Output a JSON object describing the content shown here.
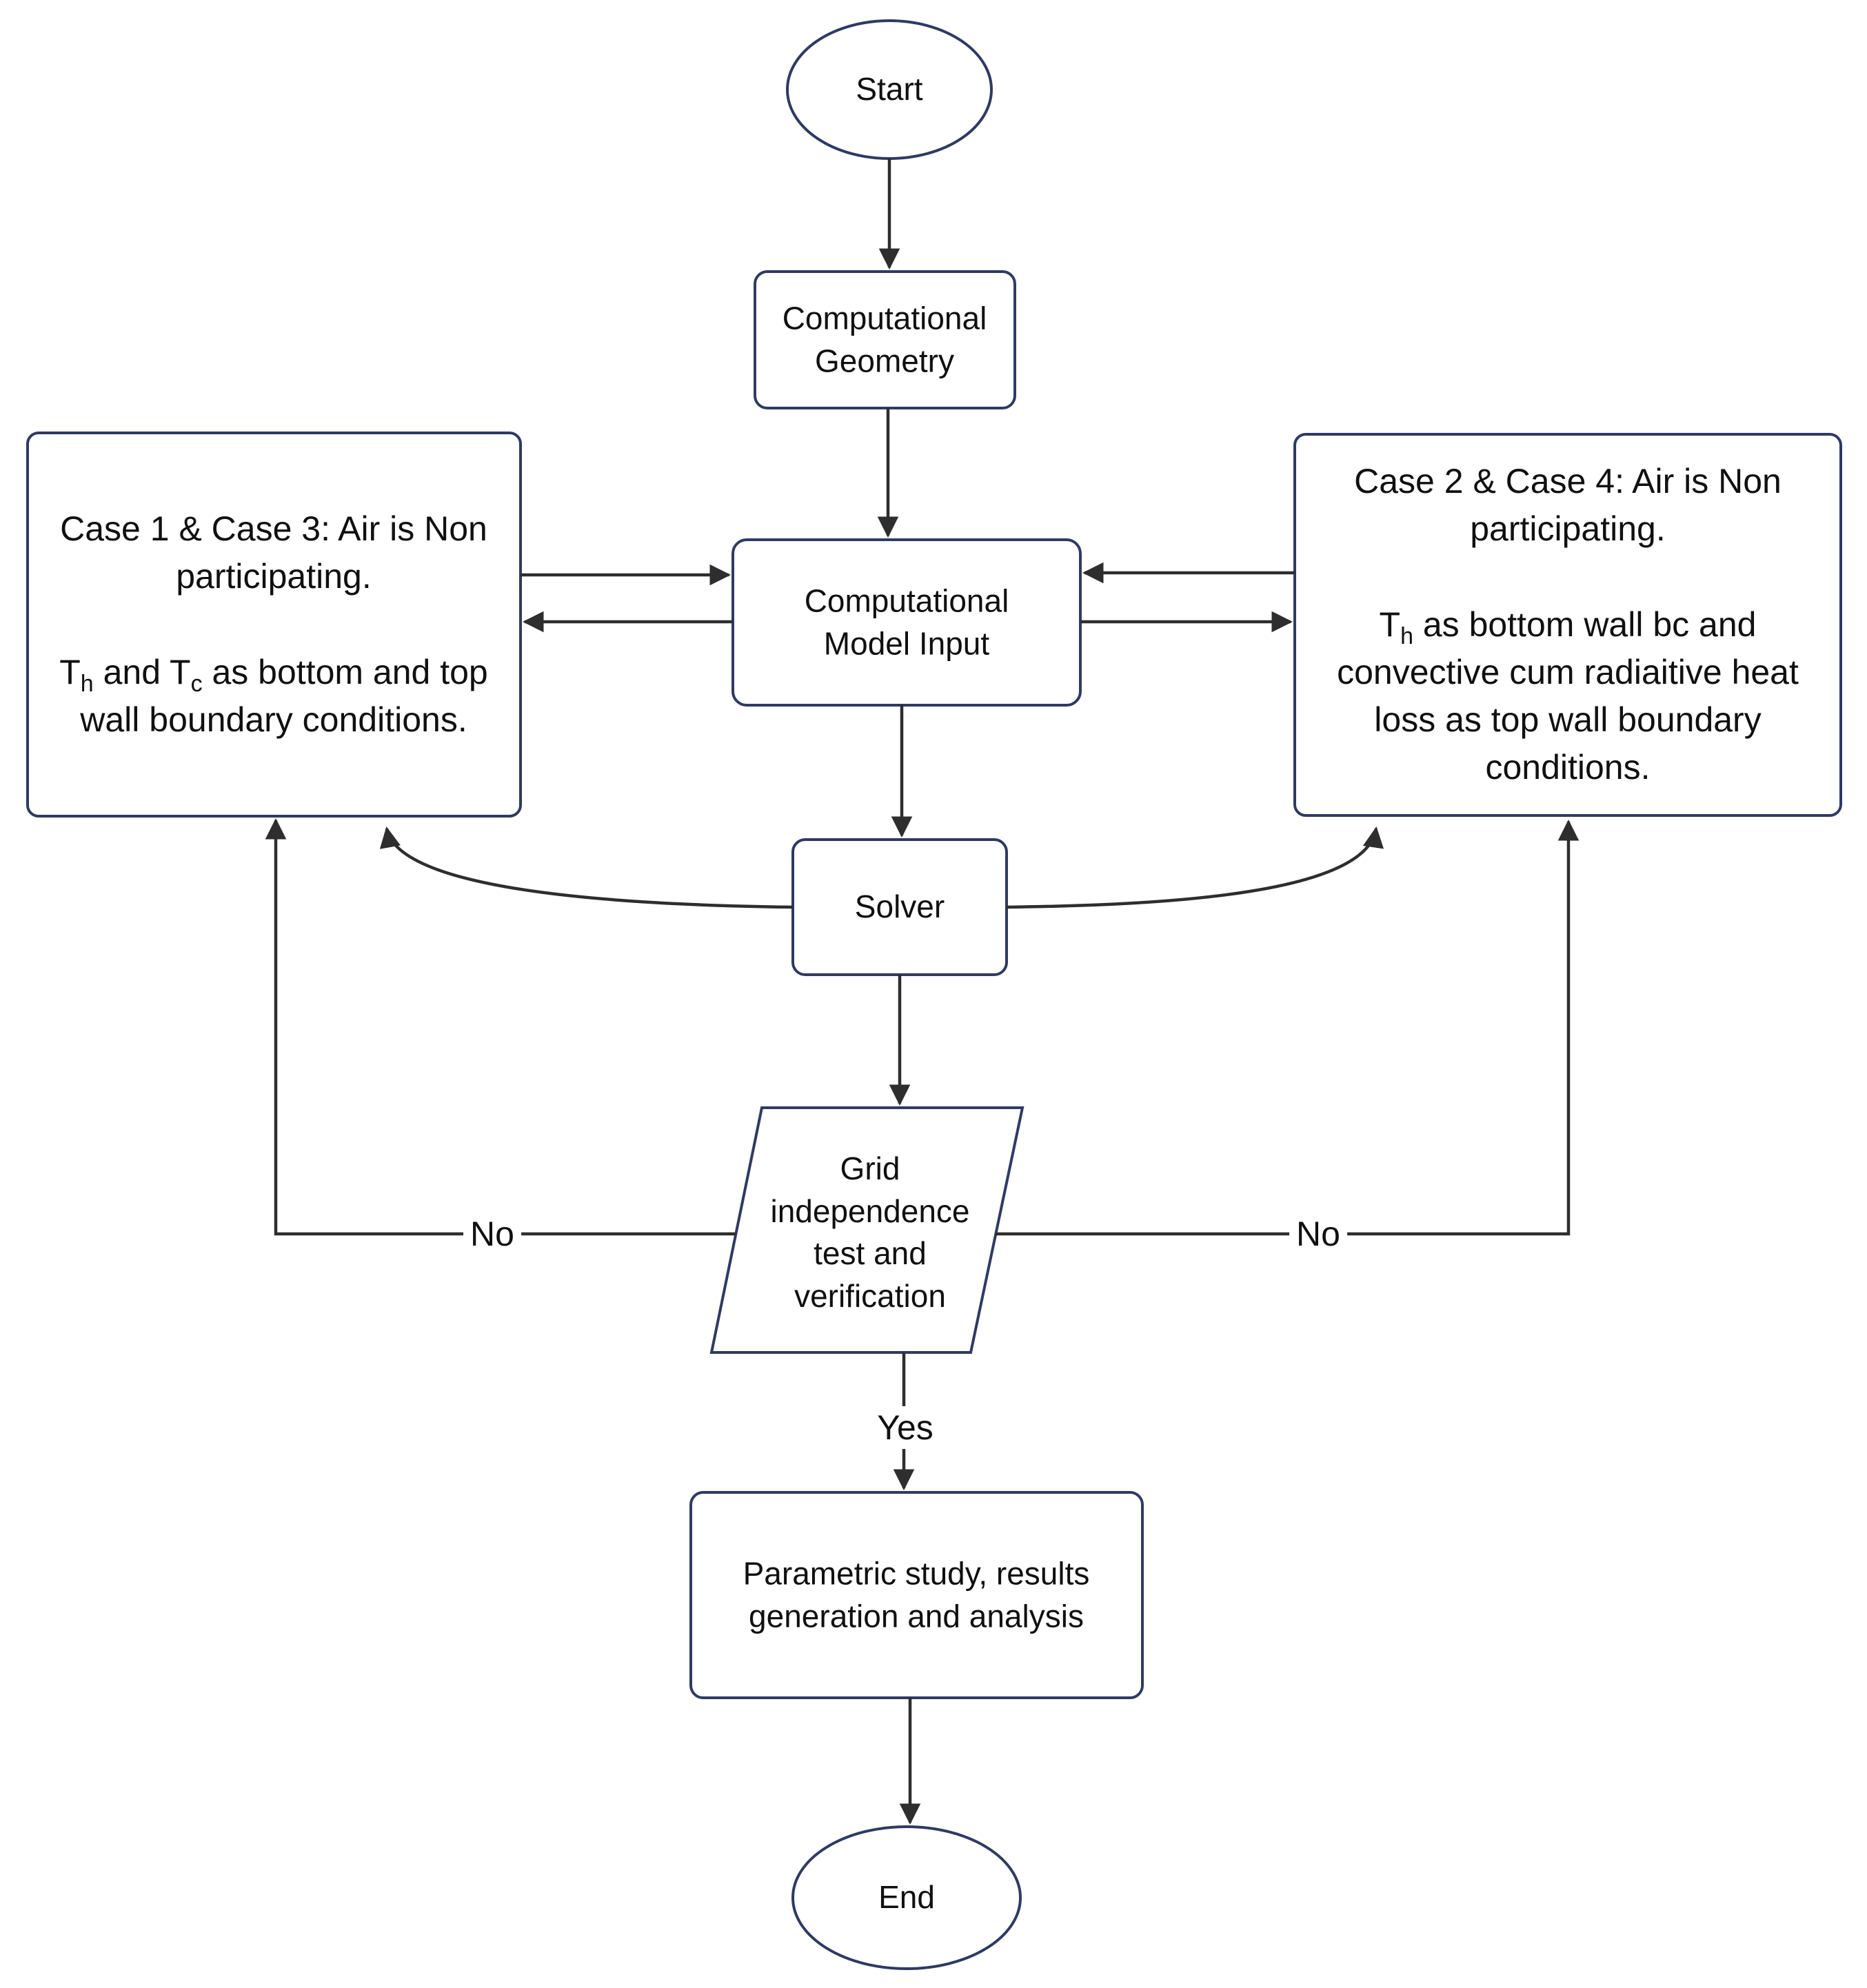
{
  "nodes": {
    "start": {
      "label": "Start"
    },
    "geometry": {
      "label": "Computational Geometry"
    },
    "model_input": {
      "label": "Computational Model Input"
    },
    "case13": {
      "p1": "Case 1 & Case 3: Air is Non participating.",
      "p2_seg1": "T",
      "p2_sub1": "h",
      "p2_seg2": " and T",
      "p2_sub2": "c",
      "p2_seg3": " as bottom and top wall boundary conditions."
    },
    "case24": {
      "p1": "Case 2 & Case 4: Air is Non participating.",
      "p2_seg1": "T",
      "p2_sub1": "h",
      "p2_seg2": " as bottom wall bc and convective cum radiaitive heat loss as top wall boundary conditions."
    },
    "solver": {
      "label": "Solver"
    },
    "grid_test": {
      "label": "Grid independence test and verification"
    },
    "parametric": {
      "label": "Parametric study, results generation and analysis"
    },
    "end": {
      "label": "End"
    }
  },
  "edge_labels": {
    "no_left": "No",
    "no_right": "No",
    "yes": "Yes"
  },
  "colors": {
    "border": "#2f3a64",
    "line": "#2e2e2e",
    "text": "#101010",
    "background": "#ffffff"
  }
}
